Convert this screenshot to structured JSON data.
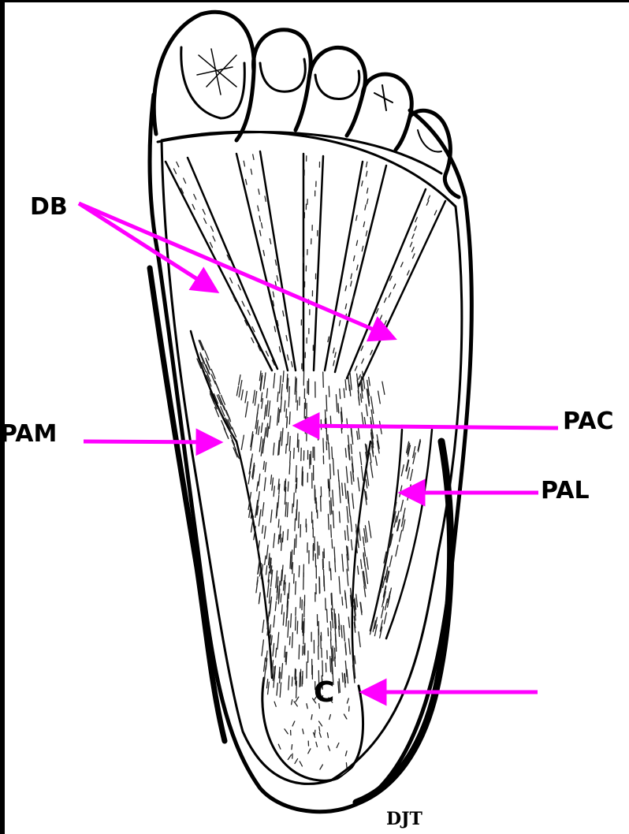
{
  "figure": {
    "labels": {
      "db": "DB",
      "pam": "PAM",
      "pac": "PAC",
      "pal": "PAL",
      "c": "C"
    },
    "signature": "DJT"
  },
  "colors": {
    "background": "#000000",
    "paper": "#ffffff",
    "ink": "#000000",
    "arrow": "#ff00ff"
  },
  "icons": {
    "foot": "plantar-foot-drawing",
    "pointer": "magenta-arrow"
  }
}
